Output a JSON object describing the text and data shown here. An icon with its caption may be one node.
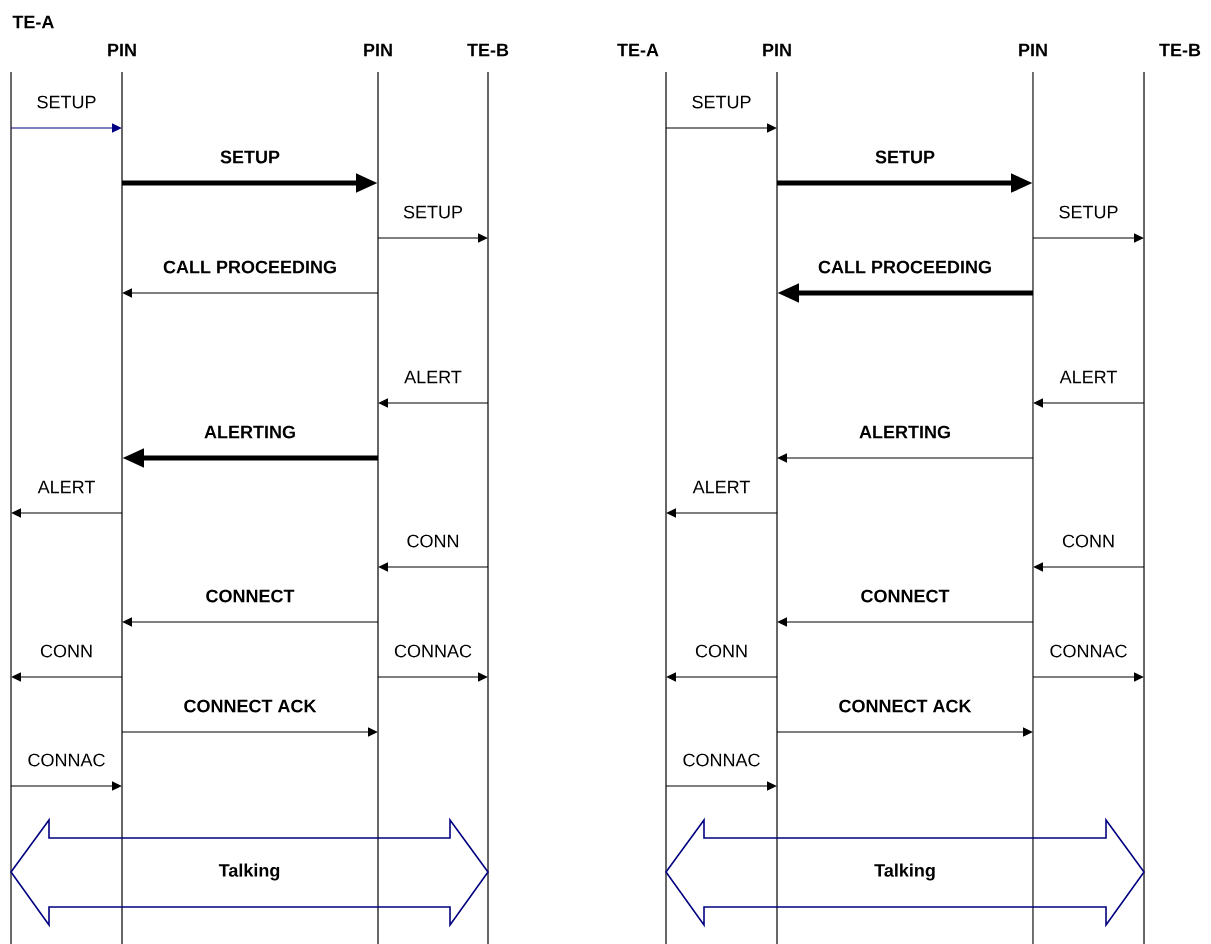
{
  "diagram": {
    "nodes": [
      {
        "text": [
          "TE-A"
        ]
      },
      {
        "text": [
          "PIN"
        ]
      },
      {
        "text": [
          "PIN"
        ]
      },
      {
        "text": [
          "TE-B"
        ]
      },
      {
        "text": [
          "TE-A"
        ]
      },
      {
        "text": [
          "PIN"
        ]
      },
      {
        "text": [
          "PIN"
        ]
      },
      {
        "text": [
          "TE-B"
        ]
      }
    ],
    "edges": [
      {
        "from": 0,
        "to": 1,
        "arrow": "to",
        "label": "SETUP",
        "color": "#000080"
      },
      {
        "from": 1,
        "to": 2,
        "arrow": "to",
        "label": "SETUP",
        "style": "thick"
      },
      {
        "from": 2,
        "to": 3,
        "arrow": "to",
        "label": "SETUP"
      },
      {
        "from": 2,
        "to": 1,
        "arrow": "to",
        "label": "CALL PROCEEDING"
      },
      {
        "from": 3,
        "to": 2,
        "arrow": "to",
        "label": "ALERT"
      },
      {
        "from": 2,
        "to": 1,
        "arrow": "to",
        "label": "ALERTING",
        "style": "thick"
      },
      {
        "from": 1,
        "to": 0,
        "arrow": "to",
        "label": "ALERT"
      },
      {
        "from": 3,
        "to": 2,
        "arrow": "to",
        "label": "CONN"
      },
      {
        "from": 2,
        "to": 1,
        "arrow": "to",
        "label": "CONNECT"
      },
      {
        "from": 1,
        "to": 0,
        "arrow": "to",
        "label": "CONN"
      },
      {
        "from": 2,
        "to": 3,
        "arrow": "to",
        "label": "CONNAC"
      },
      {
        "from": 1,
        "to": 2,
        "arrow": "to",
        "label": "CONNECT ACK"
      },
      {
        "from": 0,
        "to": 1,
        "arrow": "to",
        "label": "CONNAC"
      },
      {
        "from": 0,
        "to": 3,
        "arrow": "both",
        "label": "Talking",
        "color": "#000080"
      },
      {
        "from": 4,
        "to": 5,
        "arrow": "to",
        "label": "SETUP"
      },
      {
        "from": 5,
        "to": 6,
        "arrow": "to",
        "label": "SETUP",
        "style": "thick"
      },
      {
        "from": 6,
        "to": 7,
        "arrow": "to",
        "label": "SETUP"
      },
      {
        "from": 6,
        "to": 5,
        "arrow": "to",
        "label": "CALL PROCEEDING",
        "style": "thick"
      },
      {
        "from": 7,
        "to": 6,
        "arrow": "to",
        "label": "ALERT"
      },
      {
        "from": 6,
        "to": 5,
        "arrow": "to",
        "label": "ALERTING"
      },
      {
        "from": 5,
        "to": 4,
        "arrow": "to",
        "label": "ALERT"
      },
      {
        "from": 7,
        "to": 6,
        "arrow": "to",
        "label": "CONN"
      },
      {
        "from": 6,
        "to": 5,
        "arrow": "to",
        "label": "CONNECT"
      },
      {
        "from": 5,
        "to": 4,
        "arrow": "to",
        "label": "CONN"
      },
      {
        "from": 6,
        "to": 7,
        "arrow": "to",
        "label": "CONNAC"
      },
      {
        "from": 5,
        "to": 6,
        "arrow": "to",
        "label": "CONNECT ACK"
      },
      {
        "from": 4,
        "to": 5,
        "arrow": "to",
        "label": "CONNAC"
      },
      {
        "from": 4,
        "to": 7,
        "arrow": "both",
        "label": "Talking",
        "color": "#000080"
      }
    ]
  }
}
